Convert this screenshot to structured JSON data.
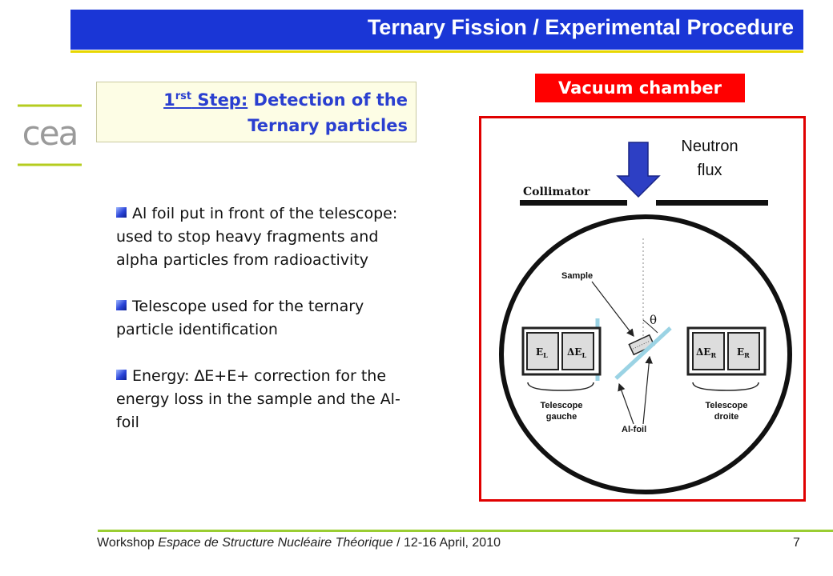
{
  "header": {
    "title": "Ternary Fission / Experimental Procedure"
  },
  "logo": {
    "name": "cea-logo",
    "text": "cea"
  },
  "step": {
    "ordinal": "1",
    "superscript": "rst",
    "ordinal_tail": " Step:",
    "line1_rest": " Detection of the",
    "line2": "Ternary particles"
  },
  "bullets": [
    {
      "text": "Al foil put in front of the telescope: used to stop heavy fragments and alpha particles from radioactivity"
    },
    {
      "text": "Telescope used for the ternary particle identification"
    },
    {
      "text": "Energy: ∆E+E+ correction for the energy loss in the sample and the Al-foil"
    }
  ],
  "figure": {
    "label": "Vacuum chamber",
    "neutron_line1": "Neutron",
    "neutron_line2": "flux",
    "collimator": "Collimator",
    "sample": "Sample",
    "theta": "θ",
    "al_foil": "Al-foil",
    "tel_left_1": "Telescope",
    "tel_left_2": "gauche",
    "tel_right_1": "Telescope",
    "tel_right_2": "droite",
    "el": "E",
    "el_sub": "L",
    "del": "ΔE",
    "del_sub": "L",
    "der": "ΔE",
    "der_sub": "R",
    "er": "E",
    "er_sub": "R"
  },
  "footer": {
    "prefix": "Workshop ",
    "event": "Espace de Structure Nucléaire Théorique",
    "suffix": " / 12-16 April, 2010",
    "page": "7"
  },
  "colors": {
    "title_bg": "#1a36d6",
    "title_underline": "#e8d700",
    "step_text": "#2a3fd0",
    "vacuum_bg": "#ff0000",
    "figure_border": "#e00000",
    "footer_line": "#9acd32",
    "logo_lines": "#b5cc1f"
  }
}
